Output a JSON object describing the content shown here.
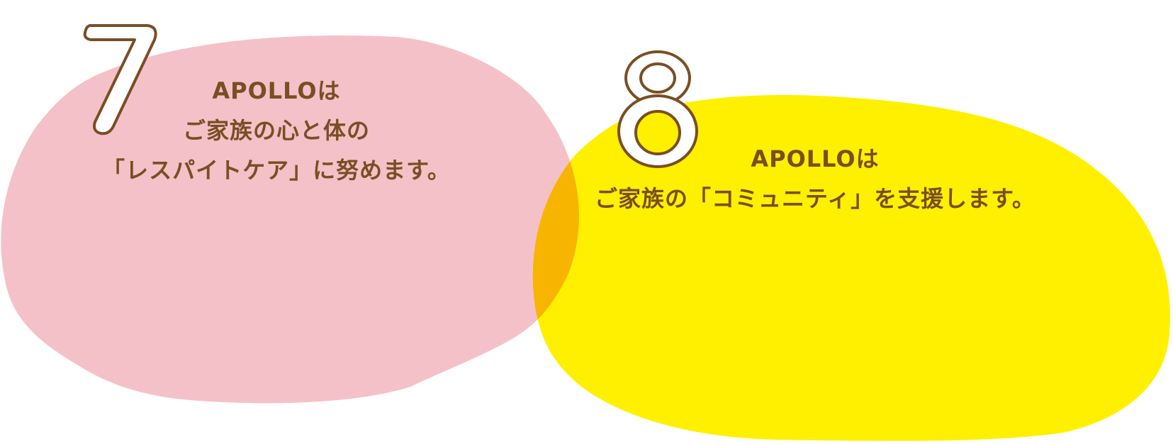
{
  "colors": {
    "pink_blob": "#F5C1C8",
    "yellow_blob": "#FFF000",
    "overlap": "#F8B500",
    "text": "#7A4E24",
    "number_fill": "#FFFFFF",
    "number_stroke": "#7A4E24"
  },
  "items": [
    {
      "number": "7",
      "lines": [
        "APOLLOは",
        "ご家族の心と体の",
        "「レスパイトケア」に努めます。"
      ]
    },
    {
      "number": "8",
      "lines": [
        "APOLLOは",
        "ご家族の「コミュニティ」を支援します。"
      ]
    }
  ]
}
